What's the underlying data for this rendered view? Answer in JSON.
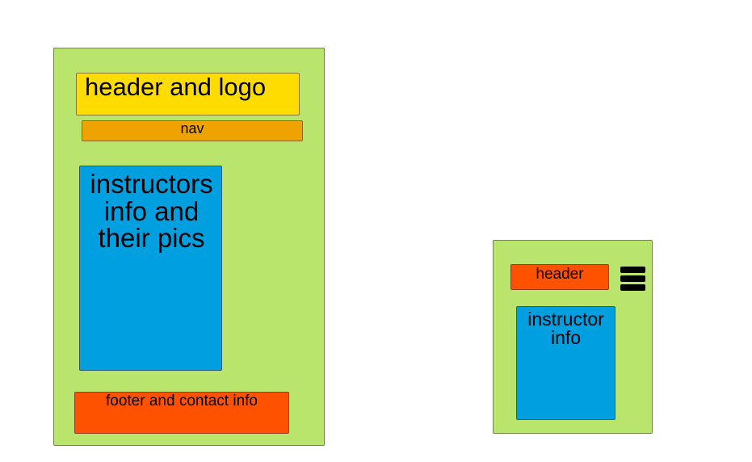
{
  "desktop": {
    "header": "header and logo",
    "nav": "nav",
    "content": "instructors\n  info and\ntheir pics",
    "footer": "footer and contact info"
  },
  "mobile": {
    "header": "header",
    "content": "instructor\ninfo",
    "menu_icon": "hamburger-menu-icon"
  },
  "colors": {
    "page_background": "#b9e56c",
    "header_desktop": "#ffdc00",
    "nav": "#efa300",
    "content": "#009fe0",
    "footer_and_mobile_header": "#ff5200"
  }
}
